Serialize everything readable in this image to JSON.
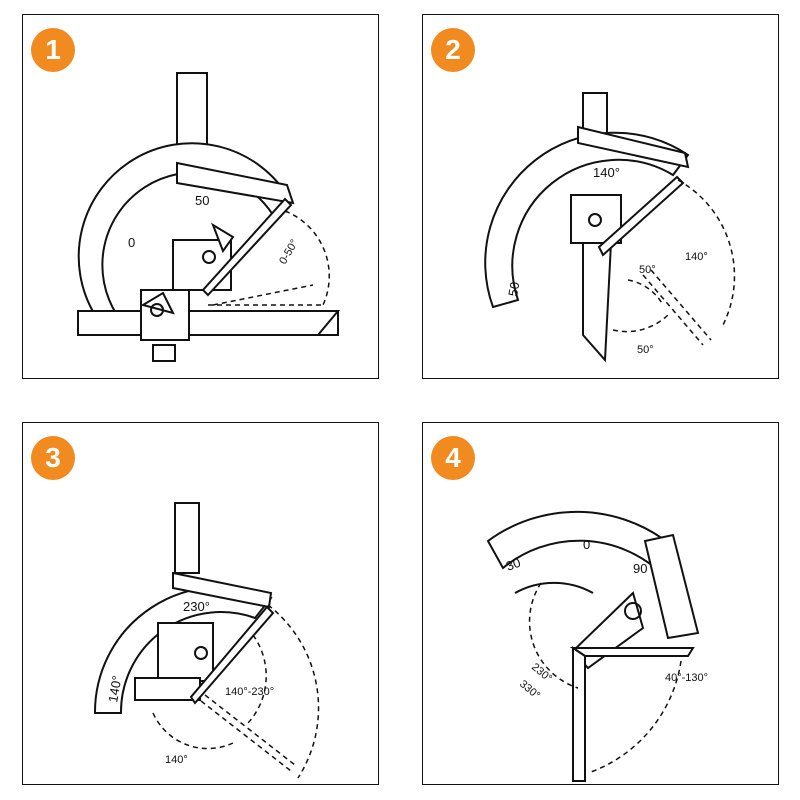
{
  "theme": {
    "badge_color": "#F18A1F",
    "line_color": "#111111"
  },
  "panels": [
    {
      "number": "1",
      "scale_labels": [
        "0",
        "50"
      ],
      "angle_label": "0-50°"
    },
    {
      "number": "2",
      "scale_labels": [
        "140°",
        "50"
      ],
      "angle_labels": [
        "50°",
        "140°",
        "50°"
      ]
    },
    {
      "number": "3",
      "scale_labels": [
        "230°",
        "140°"
      ],
      "angle_labels": [
        "140°-230°",
        "140°"
      ]
    },
    {
      "number": "4",
      "scale_labels": [
        "30",
        "0",
        "90"
      ],
      "angle_labels": [
        "230°",
        "330°",
        "40°-130°"
      ]
    }
  ]
}
